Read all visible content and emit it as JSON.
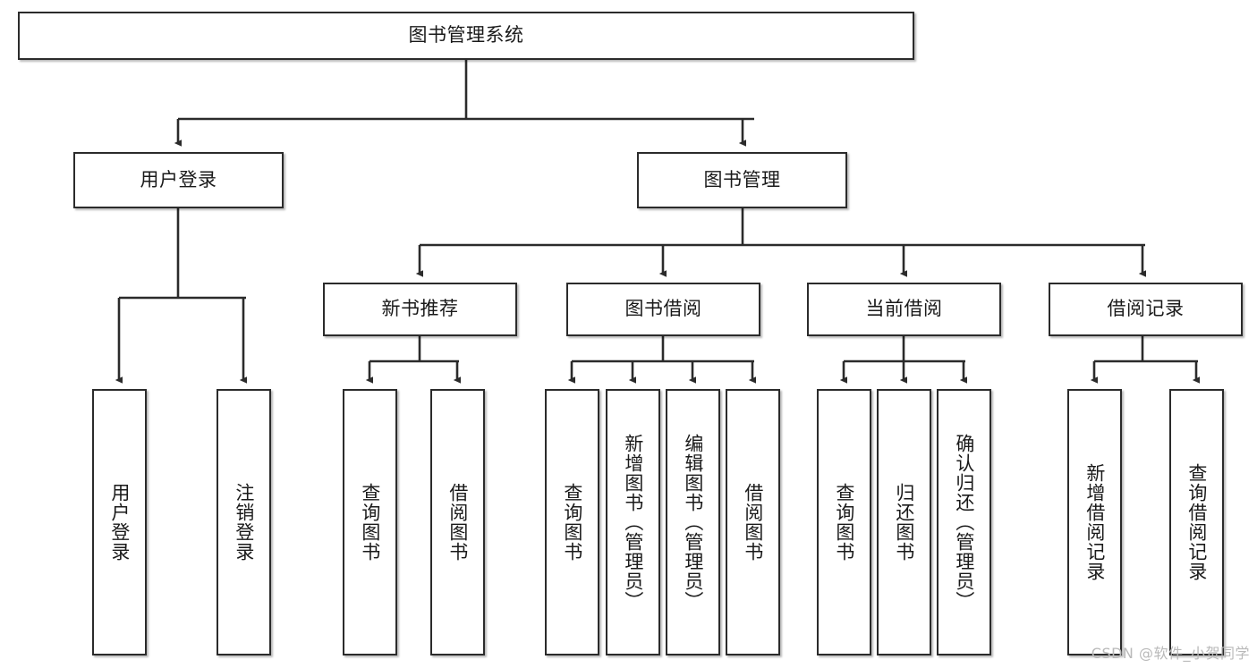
{
  "diagram": {
    "title": "图书管理系统",
    "watermark": "CSDN @软件_小贺同学",
    "edge_color": "#2b2b2b",
    "node_border_color": "#2b2b2b",
    "node_fill_color": "#ffffff",
    "text_color": "#1a1a1a",
    "watermark_color": "#b9b9b9"
  },
  "nodes": {
    "root": {
      "label": "图书管理系统"
    },
    "level1": [
      {
        "label": "用户登录"
      },
      {
        "label": "图书管理"
      }
    ],
    "level2": [
      {
        "label": "新书推荐"
      },
      {
        "label": "图书借阅"
      },
      {
        "label": "当前借阅"
      },
      {
        "label": "借阅记录"
      }
    ],
    "leaves": {
      "user_login": [
        {
          "label": "用户登录"
        },
        {
          "label": "注销登录"
        }
      ],
      "new_book": [
        {
          "label": "查询图书"
        },
        {
          "label": "借阅图书"
        }
      ],
      "book_borrow": [
        {
          "label": "查询图书"
        },
        {
          "label": "新增图书（管理员）"
        },
        {
          "label": "编辑图书（管理员）"
        },
        {
          "label": "借阅图书"
        }
      ],
      "current_borrow": [
        {
          "label": "查询图书"
        },
        {
          "label": "归还图书"
        },
        {
          "label": "确认归还（管理员）"
        }
      ],
      "borrow_record": [
        {
          "label": "新增借阅记录"
        },
        {
          "label": "查询借阅记录"
        }
      ]
    }
  }
}
